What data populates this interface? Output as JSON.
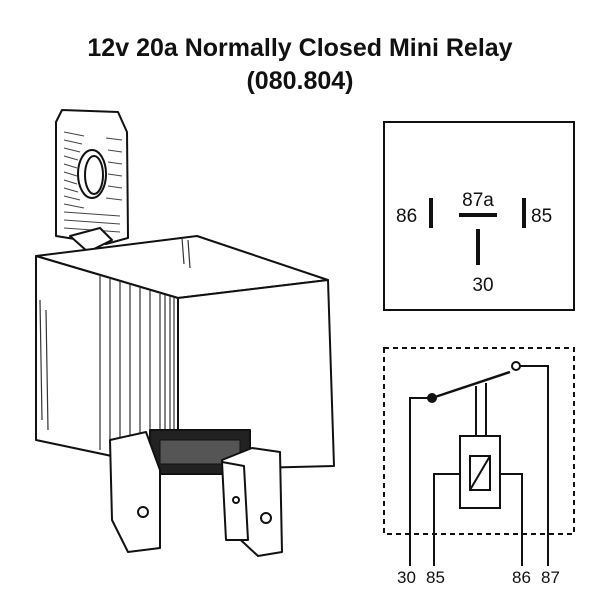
{
  "title": {
    "line1": "12v 20a Normally Closed Mini Relay",
    "line2": "(080.804)"
  },
  "pinout": {
    "left": "86",
    "top": "87a",
    "right": "85",
    "bottom": "30"
  },
  "schematic": {
    "labels": [
      "30",
      "85",
      "86",
      "87"
    ]
  },
  "colors": {
    "ink": "#111111",
    "background": "#ffffff"
  }
}
